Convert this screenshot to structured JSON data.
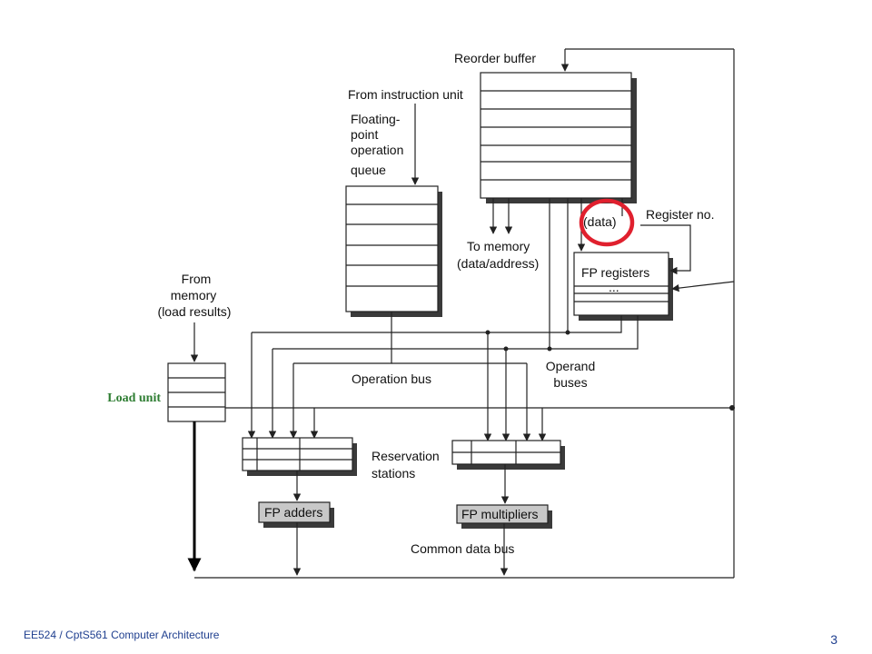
{
  "labels": {
    "reorder_buffer": "Reorder buffer",
    "from_instruction_unit": "From instruction unit",
    "fp_queue_1": "Floating-",
    "fp_queue_2": "point",
    "fp_queue_3": "operation",
    "fp_queue_4": "queue",
    "data": "(data)",
    "register_no": "Register no.",
    "to_memory_1": "To memory",
    "to_memory_2": "(data/address)",
    "fp_registers": "FP registers",
    "fp_registers_dots": "...",
    "from_memory_1": "From",
    "from_memory_2": "memory",
    "from_memory_3": "(load results)",
    "load_unit": "Load unit",
    "operation_bus": "Operation bus",
    "operand_buses_1": "Operand",
    "operand_buses_2": "buses",
    "reservation_stations_1": "Reservation",
    "reservation_stations_2": "stations",
    "fp_adders": "FP adders",
    "fp_multipliers": "FP multipliers",
    "common_data_bus": "Common data bus"
  },
  "footer": {
    "course": "EE524 / CptS561 Computer Architecture",
    "page_number": "3"
  },
  "colors": {
    "highlight_circle": "#e0202e",
    "load_unit_label": "#2e7d32",
    "footer_text": "#1f3f8f"
  }
}
